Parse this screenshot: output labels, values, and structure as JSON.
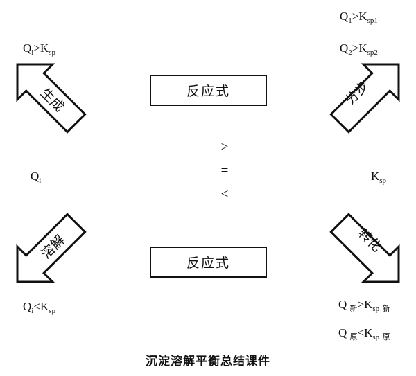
{
  "boxes": {
    "top": "反应式",
    "bottom": "反应式"
  },
  "symbols": {
    "greater": ">",
    "equal": "=",
    "less": "<"
  },
  "arrows": {
    "top_left": "生成",
    "top_right": "分步",
    "bottom_left": "溶解",
    "bottom_right": "转化"
  },
  "labels": {
    "top_left": {
      "q": "Q",
      "q_sub": "i",
      "op": ">",
      "k": "K",
      "k_sub": "sp"
    },
    "mid_left": {
      "q": "Q",
      "q_sub": "i"
    },
    "mid_right": {
      "k": "K",
      "k_sub": "sp"
    },
    "bottom_left": {
      "q": "Q",
      "q_sub": "i",
      "op": "<",
      "k": "K",
      "k_sub": "sp"
    },
    "top_right_1": {
      "q": "Q",
      "q_sub": "1",
      "op": ">",
      "k": "K",
      "k_sub": "sp1"
    },
    "top_right_2": {
      "q": "Q",
      "q_sub": "2",
      "op": ">",
      "k": "K",
      "k_sub": "sp2"
    },
    "bottom_right_1": {
      "q": "Q",
      "q_sub": "新",
      "op": ">",
      "k": "K",
      "k_sub": "sp",
      "suffix": "新"
    },
    "bottom_right_2": {
      "q": "Q",
      "q_sub": "原",
      "op": "<",
      "k": "K",
      "k_sub": "sp",
      "suffix": "原"
    }
  },
  "caption": "沉淀溶解平衡总结课件"
}
